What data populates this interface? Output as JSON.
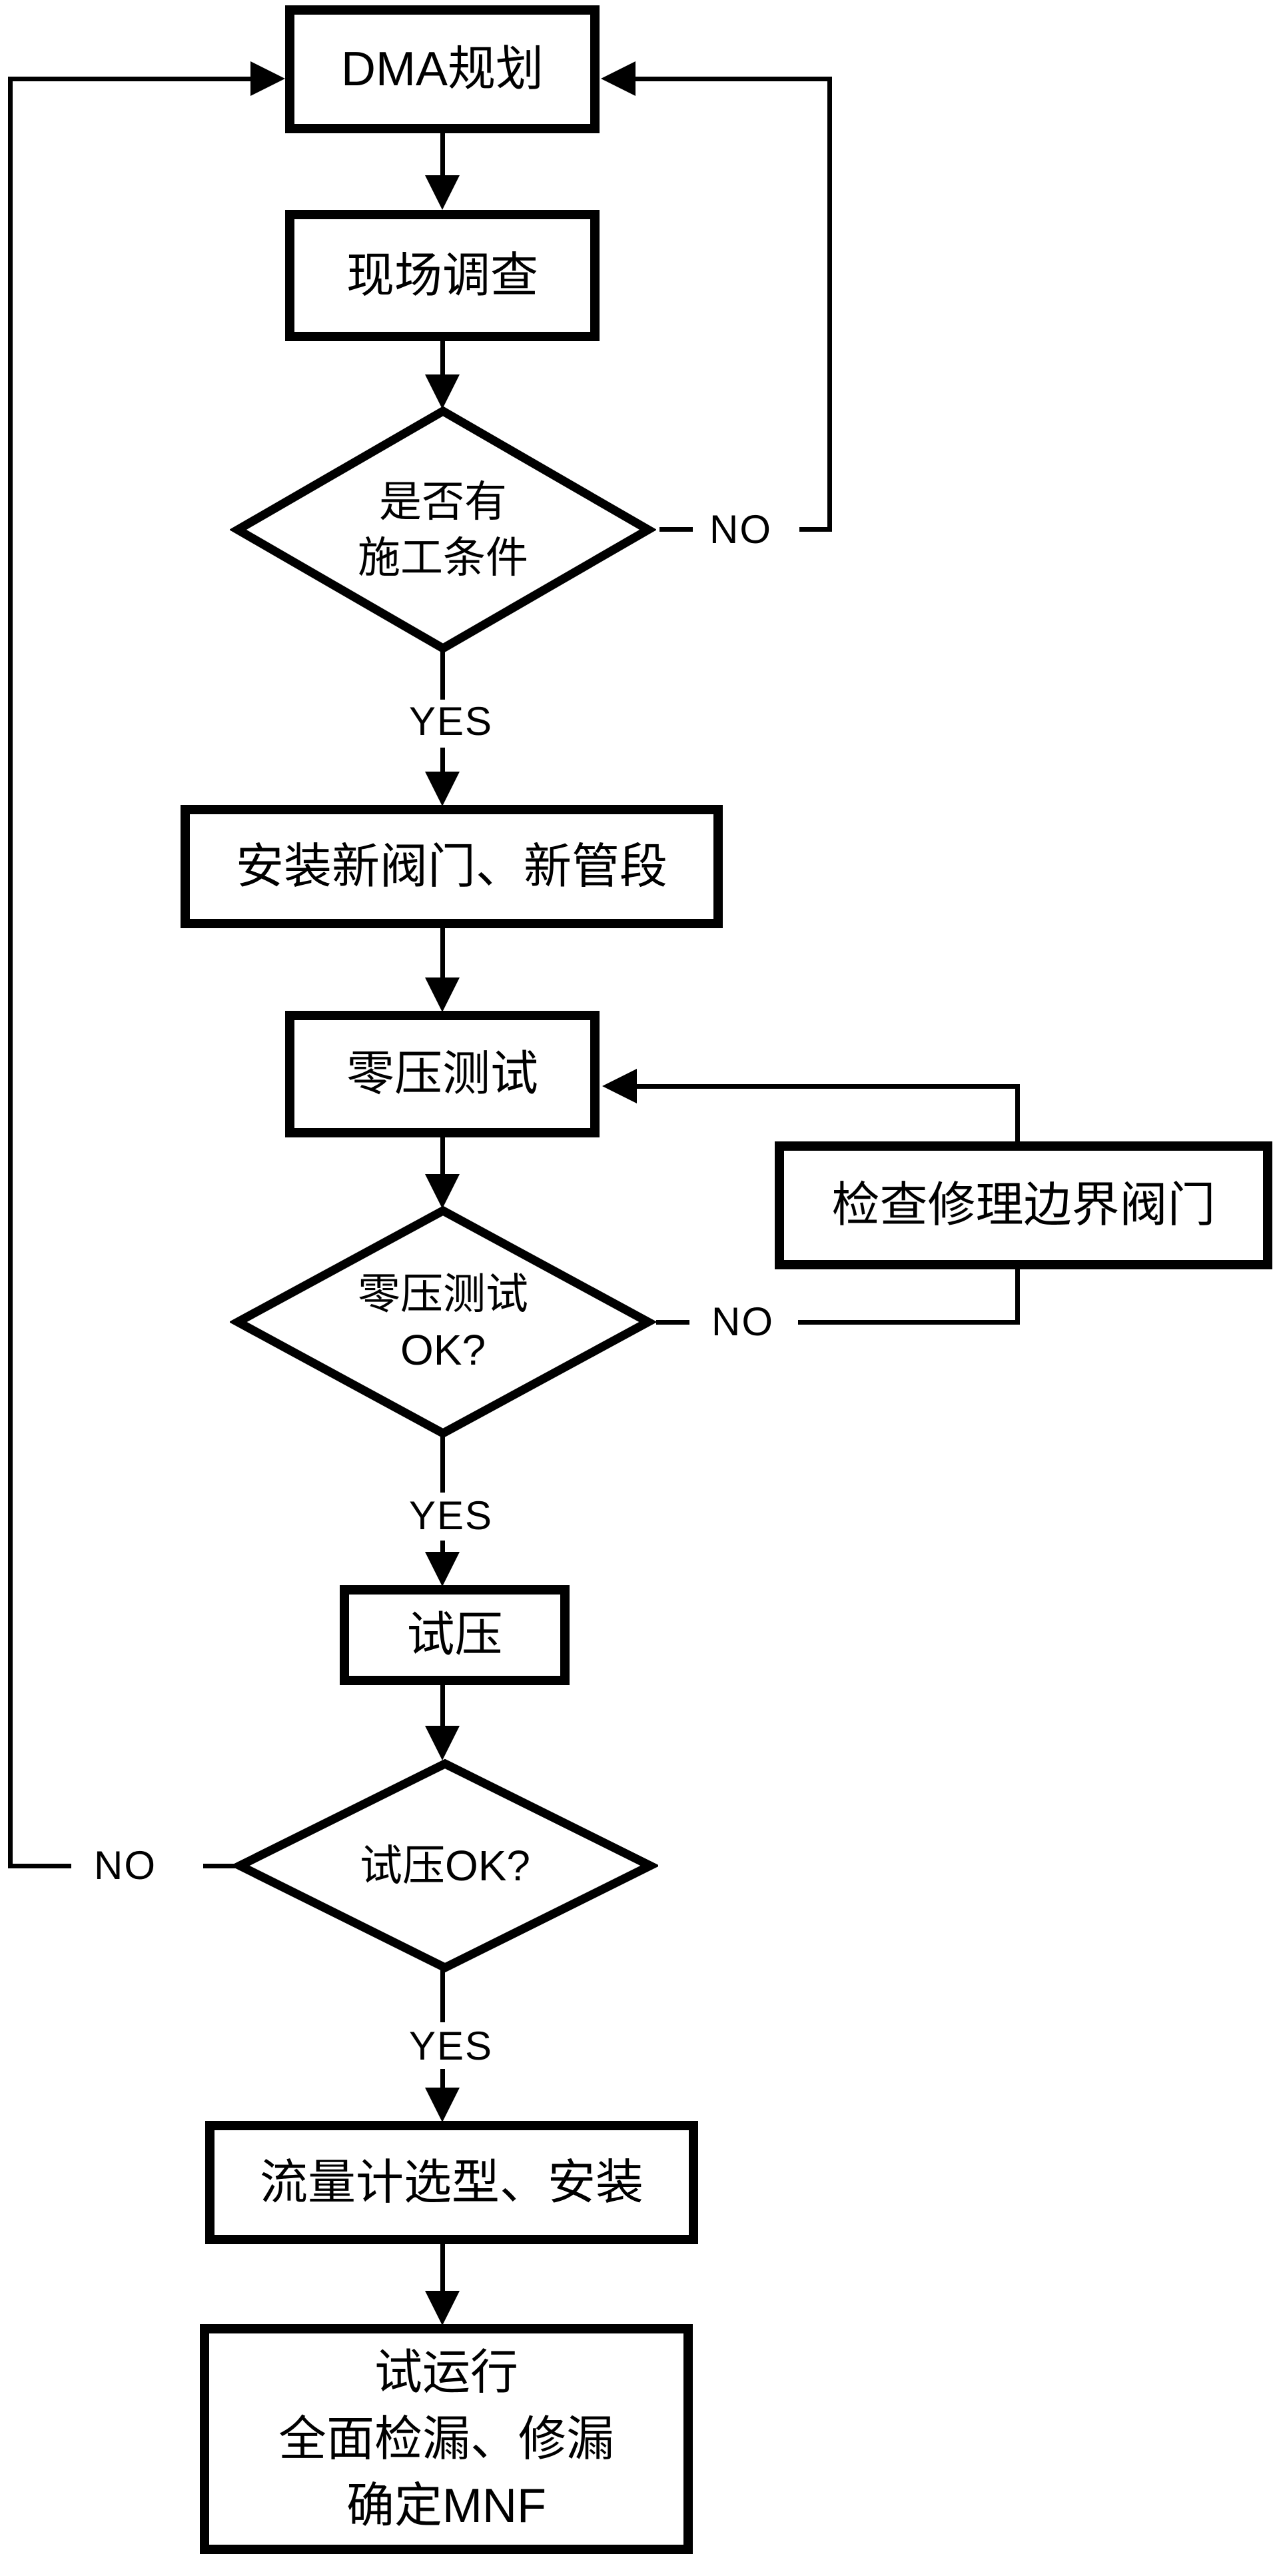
{
  "diagram": {
    "type": "flowchart",
    "colors": {
      "stroke": "#000000",
      "fill": "#ffffff",
      "text": "#000000"
    }
  },
  "nodes": {
    "dma_planning": {
      "label": "DMA规划"
    },
    "site_survey": {
      "label": "现场调查"
    },
    "construction_decision": {
      "line1": "是否有",
      "line2": "施工条件"
    },
    "install_new_valves": {
      "label": "安装新阀门、新管段"
    },
    "zero_pressure_test": {
      "label": "零压测试"
    },
    "check_repair_valves": {
      "label": "检查修理边界阀门"
    },
    "zero_pressure_decision": {
      "line1": "零压测试",
      "line2": "OK?"
    },
    "pressure_test": {
      "label": "试压"
    },
    "pressure_decision": {
      "label": "试压OK?"
    },
    "flowmeter_install": {
      "label": "流量计选型、安装"
    },
    "trial_operation": {
      "line1": "试运行",
      "line2": "全面检漏、修漏",
      "line3": "确定MNF"
    }
  },
  "edge_labels": {
    "construction_no": "NO",
    "construction_yes": "YES",
    "zero_pressure_no": "NO",
    "zero_pressure_yes": "YES",
    "pressure_no": "NO",
    "pressure_yes": "YES"
  }
}
